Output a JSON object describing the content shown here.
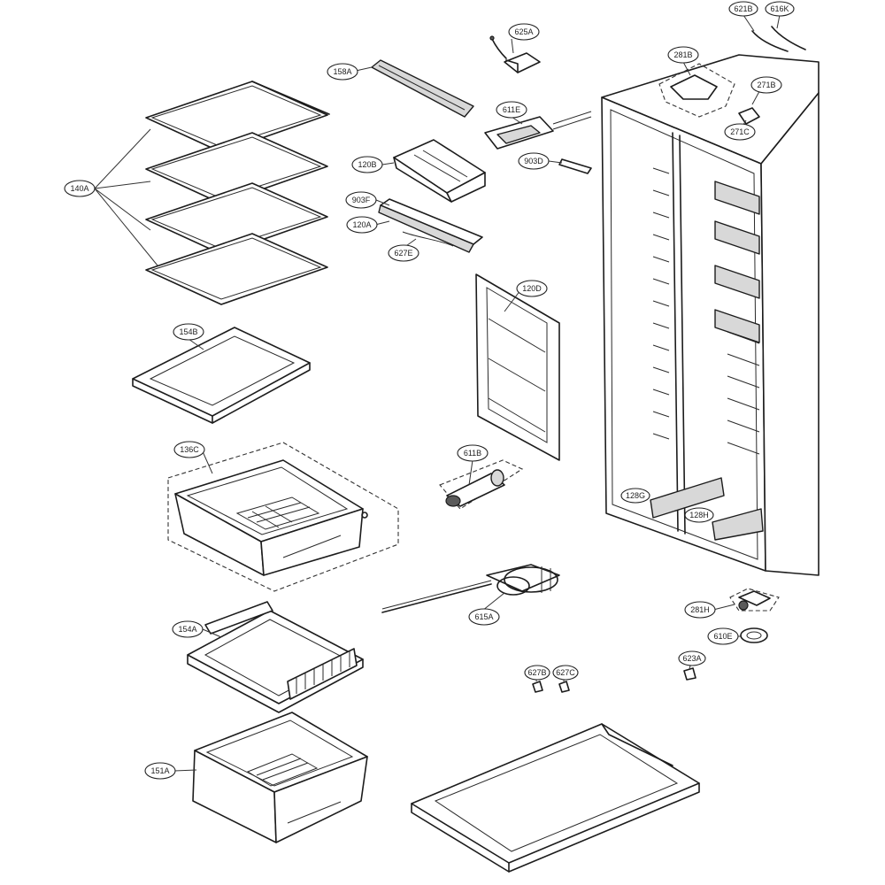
{
  "callouts": {
    "c621B": "621B",
    "c616K": "616K",
    "c625A": "625A",
    "c158A": "158A",
    "c281B": "281B",
    "c271B": "271B",
    "c271C": "271C",
    "c611E": "611E",
    "c120B": "120B",
    "c903D": "903D",
    "c903F": "903F",
    "c120A": "120A",
    "c627E": "627E",
    "c140A": "140A",
    "c120D": "120D",
    "c154B": "154B",
    "c136C": "136C",
    "c611B": "611B",
    "c128G": "128G",
    "c128H": "128H",
    "c615A": "615A",
    "c281H": "281H",
    "c610E": "610E",
    "c154A": "154A",
    "c623A": "623A",
    "c627B": "627B",
    "c627C": "627C",
    "c151A": "151A"
  }
}
